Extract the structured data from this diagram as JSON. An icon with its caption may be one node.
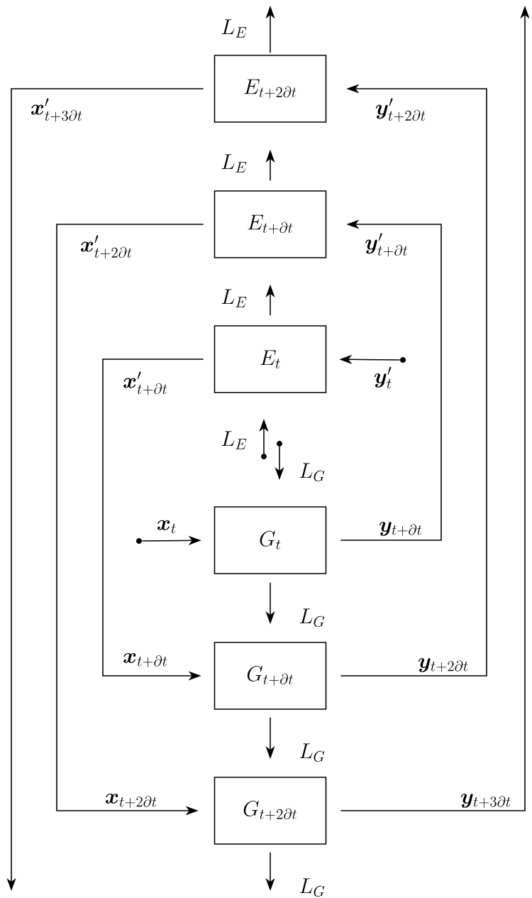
{
  "diagram": {
    "nodes": [
      {
        "text": [
          "E_{t+2\\partial t}"
        ]
      },
      {
        "text": [
          "E_{t+\\partial t}"
        ]
      },
      {
        "text": [
          "E_t"
        ]
      },
      {
        "text": [],
        "shape": "circle"
      },
      {
        "text": [],
        "shape": "circle"
      },
      {
        "text": [],
        "shape": "circle"
      },
      {
        "text": [],
        "shape": "circle"
      },
      {
        "text": [
          "G_t"
        ]
      },
      {
        "text": [
          "G_{t+\\partial t}"
        ]
      },
      {
        "text": [
          "G_{t+2\\partial t}"
        ]
      }
    ],
    "edges": [
      {
        "from": 0,
        "to": null,
        "arrow": "to",
        "label": "L_E"
      },
      {
        "from": 1,
        "to": 0,
        "arrow": "to",
        "label": "L_E"
      },
      {
        "from": 2,
        "to": 1,
        "arrow": "to",
        "label": "L_E"
      },
      {
        "from": 3,
        "to": 2,
        "arrow": "to",
        "label": "\\bm{y}'_t"
      },
      {
        "from": 4,
        "to": null,
        "arrow": "to",
        "label": "L_E"
      },
      {
        "from": 5,
        "to": null,
        "arrow": "to",
        "label": "L_G"
      },
      {
        "from": 6,
        "to": 7,
        "arrow": "to",
        "label": "\\bm{x}_t"
      },
      {
        "from": 7,
        "to": 1,
        "arrow": "to",
        "label": "\\bm{y}_{t+\\partial t}"
      },
      {
        "from": 2,
        "to": 8,
        "arrow": "to",
        "label": "\\bm{x}'_{t+\\partial t}"
      },
      {
        "from": 7,
        "to": 8,
        "arrow": "to",
        "label": "L_G"
      },
      {
        "from": 8,
        "to": 0,
        "arrow": "to",
        "label": "\\bm{y}_{t+2\\partial t}"
      },
      {
        "from": 1,
        "to": 9,
        "arrow": "to",
        "label": "\\bm{x}'_{t+2\\partial t}"
      },
      {
        "from": 8,
        "to": 9,
        "arrow": "to",
        "label": "L_G"
      },
      {
        "from": 9,
        "to": null,
        "arrow": "to",
        "label": "L_G"
      },
      {
        "from": 9,
        "to": null,
        "arrow": "to",
        "label": "\\bm{y}_{t+3\\partial t}"
      },
      {
        "from": 0,
        "to": null,
        "arrow": "to",
        "label": "\\bm{x}'_{t+3\\partial t}"
      }
    ],
    "labels": [
      "\\bm{y}'_{t+2\\partial t}",
      "\\bm{y}'_{t+\\partial t}",
      "\\bm{x}_{t+\\partial t}",
      "\\bm{x}_{t+2\\partial t}"
    ]
  }
}
